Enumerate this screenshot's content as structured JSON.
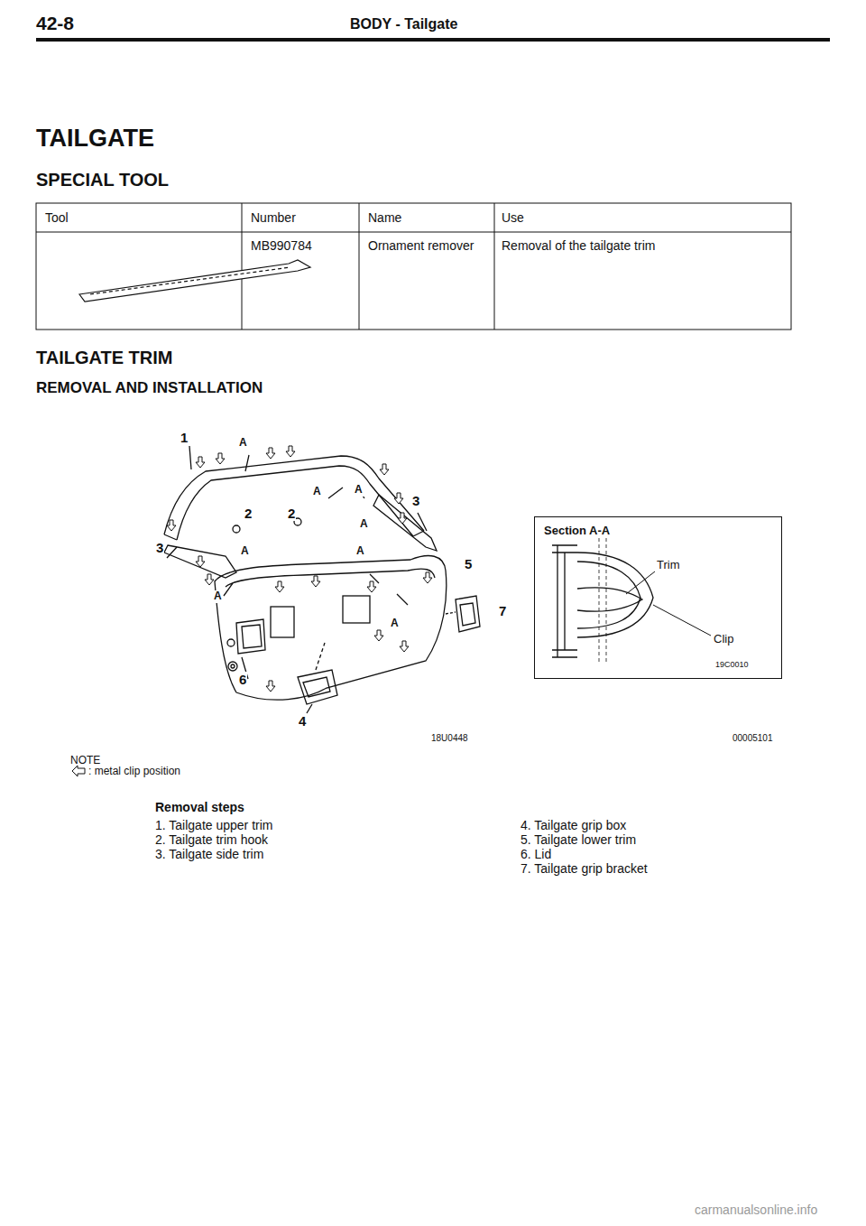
{
  "diagram": {
    "title": "TAILGATE",
    "nodes": [
      {
        "text": [
          "Section A-A",
          "Trim",
          "Clip",
          "19C0010"
        ]
      }
    ],
    "labels": [
      "42-8",
      "BODY - Tailgate",
      "SPECIAL TOOL",
      "Tool",
      "Number",
      "Name",
      "Use",
      "MB990784",
      "Ornament remover",
      "Removal of the tailgate trim",
      "TAILGATE TRIM",
      "REMOVAL AND INSTALLATION",
      "1",
      "A",
      "A",
      "A",
      "3",
      "2",
      "2",
      "A",
      "A",
      "3",
      "A",
      "A",
      "5",
      "A",
      "7",
      "6",
      "4",
      "18U0448",
      "00005101",
      "NOTE",
      "Removal steps",
      "1. Tailgate upper trim",
      "2. Tailgate trim hook",
      "3. Tailgate side trim",
      "4. Tailgate grip box",
      "5. Tailgate lower trim",
      "6. Lid",
      "7. Tailgate grip bracket",
      "carmanualsonline.info"
    ],
    "legend": [
      {
        "text": ": metal clip position"
      }
    ]
  }
}
